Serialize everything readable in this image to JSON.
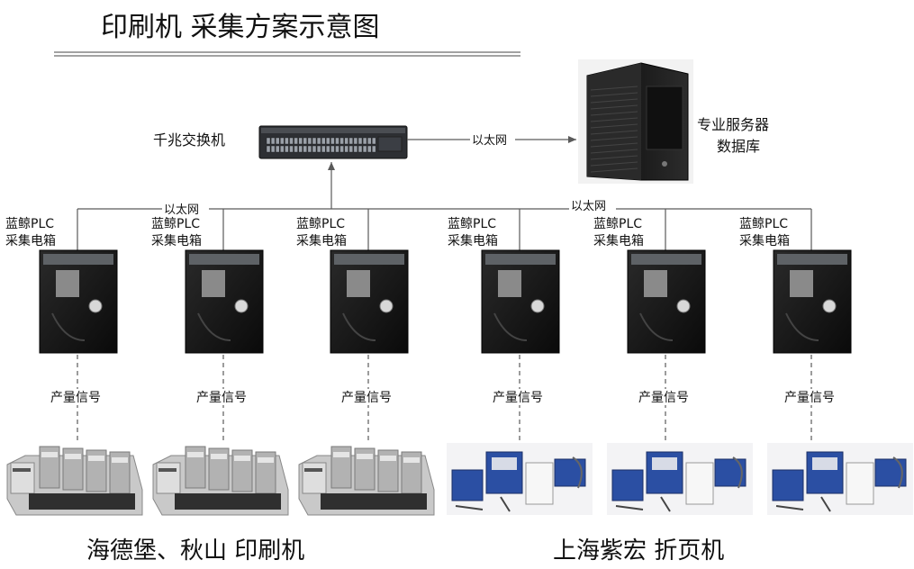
{
  "title": "印刷机  采集方案示意图",
  "switch_label": "千兆交换机",
  "server_label_line1": "专业服务器",
  "server_label_line2": "数据库",
  "link_server": "以太网",
  "link_left": "以太网",
  "link_right": "以太网",
  "boxes": [
    {
      "line1": "蓝鲸PLC",
      "line2": "采集电箱",
      "signal": "产量信号"
    },
    {
      "line1": "蓝鲸PLC",
      "line2": "采集电箱",
      "signal": "产量信号"
    },
    {
      "line1": "蓝鲸PLC",
      "line2": "采集电箱",
      "signal": "产量信号"
    },
    {
      "line1": "蓝鲸PLC",
      "line2": "采集电箱",
      "signal": "产量信号"
    },
    {
      "line1": "蓝鲸PLC",
      "line2": "采集电箱",
      "signal": "产量信号"
    },
    {
      "line1": "蓝鲸PLC",
      "line2": "采集电箱",
      "signal": "产量信号"
    }
  ],
  "group_left": "海德堡、秋山  印刷机",
  "group_right": "上海紫宏  折页机",
  "colors": {
    "line": "#5a5a5a",
    "switch_body": "#2d2f33",
    "server_body": "#1d1d1d",
    "box_bg": "#141414",
    "press_gray": "#c9c9c9",
    "folder_blue": "#2b4fa3",
    "folder_bg": "#f3f3f5"
  }
}
